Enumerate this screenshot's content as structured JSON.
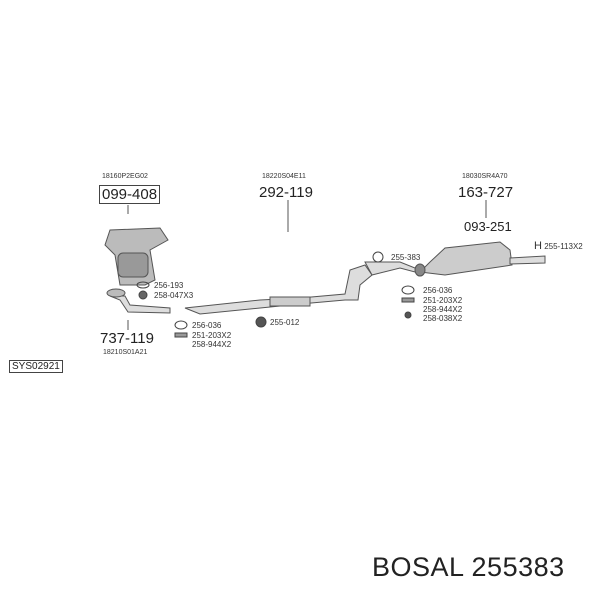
{
  "parts": {
    "p1": {
      "oem": "18160P2EG02",
      "number": "099-408"
    },
    "p2": {
      "oem": "18220S04E11",
      "number": "292-119"
    },
    "p3": {
      "oem": "18030SR4A70",
      "number": "163-727"
    },
    "p4": {
      "oem": "18210S01A21",
      "number": "737-119"
    },
    "p5": {
      "number": "093-251"
    }
  },
  "accessories": {
    "a1": "256-193",
    "a2": "258-047X3",
    "a3": "256-036",
    "a4": "251-203X2",
    "a5": "258-944X2",
    "a6": "255-012",
    "a7": "255-383",
    "a8": "256-036",
    "a9": "251-203X2",
    "a10": "258-944X2",
    "a11": "258-038X2",
    "a12": "255-113X2"
  },
  "system_code": "SYS02921",
  "footer": "BOSAL 255383"
}
